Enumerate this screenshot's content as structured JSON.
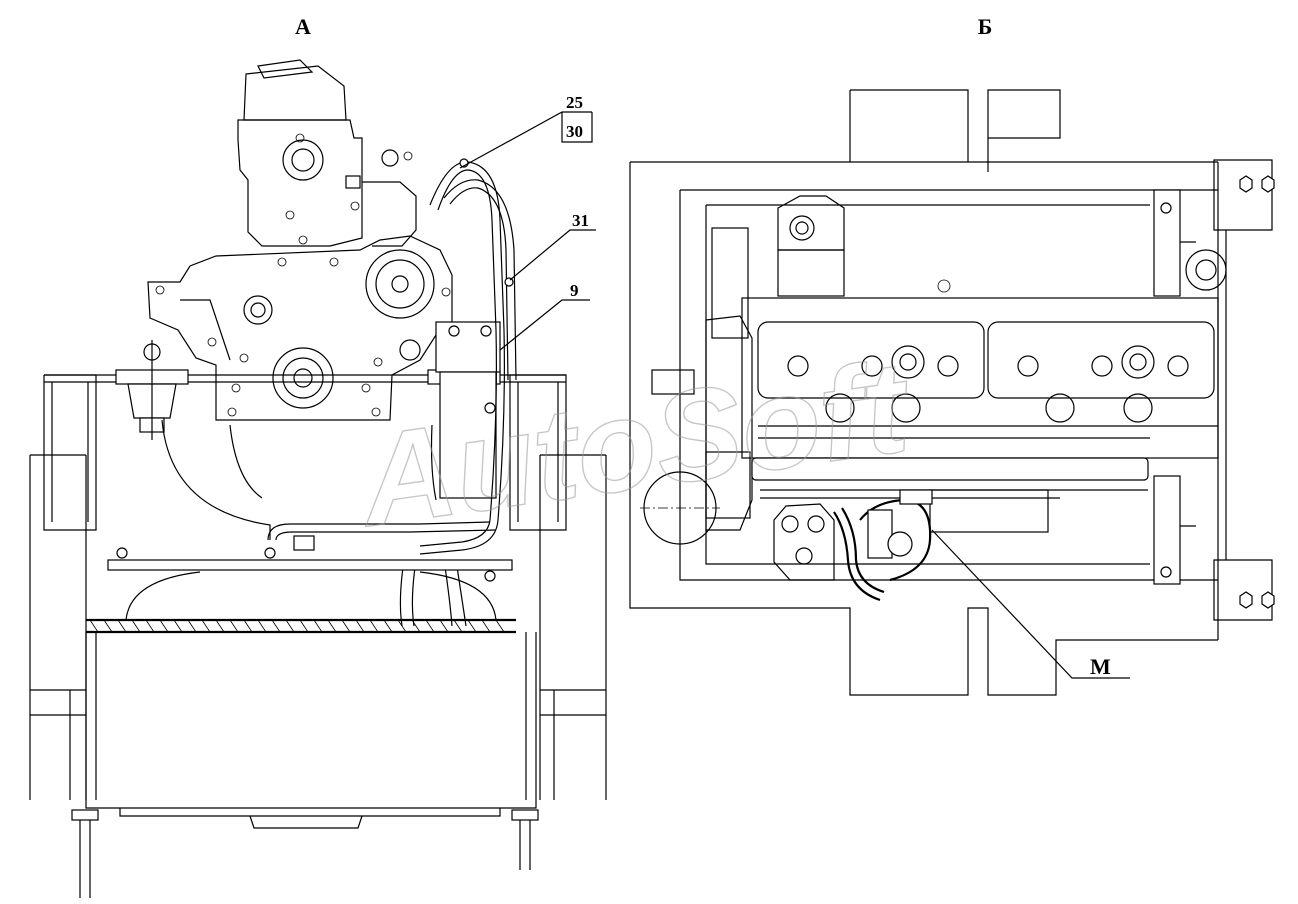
{
  "views": {
    "left": {
      "label": "А"
    },
    "right": {
      "label": "Б"
    }
  },
  "callouts": {
    "c25": "25",
    "c30": "30",
    "c31": "31",
    "c9": "9",
    "cM": "М"
  },
  "watermark": {
    "text": "AutoSoft"
  },
  "colors": {
    "line": "#000000",
    "watermark": "#9a9a9a",
    "background": "#ffffff"
  }
}
